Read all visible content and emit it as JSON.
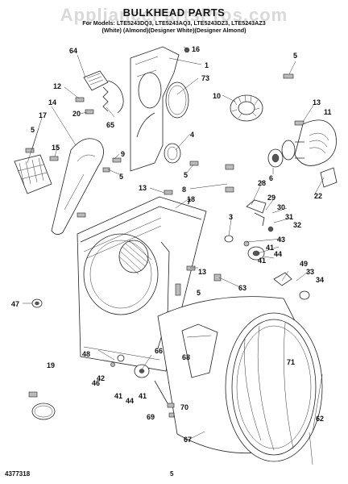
{
  "header": {
    "watermark": "AppliancePartsPros.com",
    "title": "BULKHEAD PARTS",
    "models_line": "For Models: LTE5243DQ3, LTE5243AQ3, LTE5243DZ3, LTE5243AZ3",
    "colors_line": "(White)    (Almond)(Designer White)(Designer Almond)"
  },
  "footer": {
    "part_number": "4377318",
    "page_number": "5"
  },
  "callouts": [
    "64",
    "16",
    "1",
    "73",
    "5",
    "12",
    "10",
    "20",
    "65",
    "4",
    "13",
    "11",
    "14",
    "17",
    "5",
    "15",
    "9",
    "5",
    "6",
    "5",
    "8",
    "7",
    "28",
    "22",
    "18",
    "13",
    "29",
    "30",
    "31",
    "32",
    "3",
    "43",
    "41",
    "44",
    "41",
    "49",
    "33",
    "34",
    "47",
    "13",
    "63",
    "5",
    "68",
    "19",
    "71",
    "48",
    "42",
    "41",
    "44",
    "46",
    "41",
    "66",
    "70",
    "69",
    "62",
    "67"
  ],
  "diagram": {
    "accent": "#222222"
  }
}
